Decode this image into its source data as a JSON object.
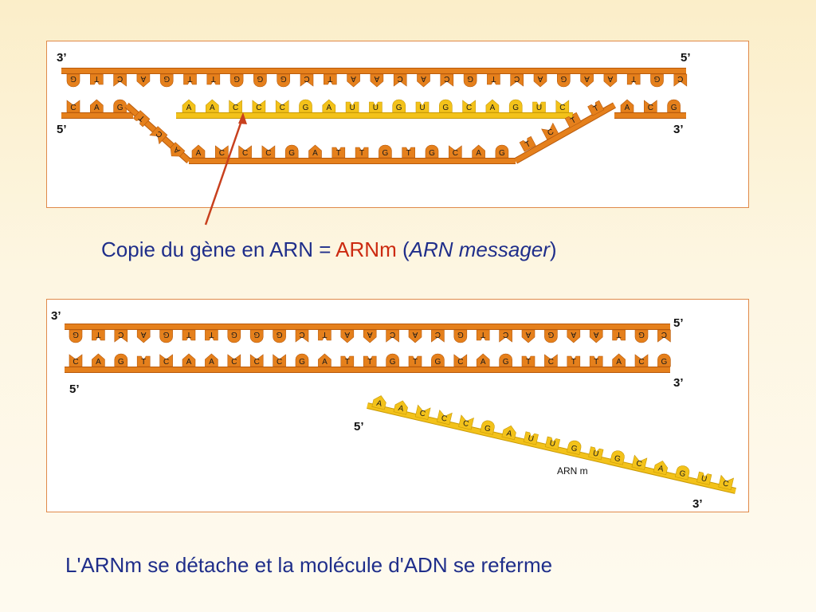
{
  "top_panel": {
    "labels": {
      "left_top": "3’",
      "right_top": "5’",
      "left_bottom": "5’",
      "right_bottom": "3’"
    },
    "template_strand": [
      "G",
      "T",
      "C",
      "A",
      "G",
      "T",
      "T",
      "G",
      "G",
      "G",
      "C",
      "T",
      "A",
      "A",
      "C",
      "A",
      "C",
      "G",
      "T",
      "C",
      "A",
      "G",
      "A",
      "A",
      "T",
      "G",
      "C"
    ],
    "rna_start_left": [
      "C",
      "A",
      "G"
    ],
    "rna_transcript": [
      "A",
      "A",
      "C",
      "C",
      "C",
      "G",
      "A",
      "U",
      "U",
      "G",
      "U",
      "G",
      "C",
      "A",
      "G",
      "U",
      "C"
    ],
    "rna_end_right": [
      "A",
      "C",
      "G"
    ],
    "coding_strand_left_diag": [
      "T",
      "C",
      "A"
    ],
    "coding_strand_bottom": [
      "A",
      "C",
      "C",
      "C",
      "G",
      "A",
      "T",
      "T",
      "G",
      "T",
      "G",
      "C",
      "A",
      "G"
    ],
    "coding_strand_right_diag": [
      "T",
      "C",
      "T",
      "T"
    ]
  },
  "caption_top": {
    "part1": "Copie du gène en ARN = ",
    "part2": "ARNm",
    "part3": " (",
    "part4": "ARN messager",
    "part5": ")"
  },
  "bottom_panel": {
    "labels": {
      "left_top": "3’",
      "right_top": "5’",
      "left_bottom": "5’",
      "right_bottom": "3’",
      "rna_start": "5’",
      "rna_end": "3’"
    },
    "top_strand": [
      "G",
      "T",
      "C",
      "A",
      "G",
      "T",
      "T",
      "G",
      "G",
      "G",
      "C",
      "T",
      "A",
      "A",
      "C",
      "A",
      "C",
      "G",
      "T",
      "C",
      "A",
      "G",
      "A",
      "A",
      "T",
      "G",
      "C"
    ],
    "bottom_strand": [
      "C",
      "A",
      "G",
      "T",
      "C",
      "A",
      "A",
      "C",
      "C",
      "C",
      "G",
      "A",
      "T",
      "T",
      "G",
      "T",
      "G",
      "C",
      "A",
      "G",
      "T",
      "C",
      "T",
      "T",
      "A",
      "C",
      "G"
    ],
    "rna_strand": [
      "A",
      "A",
      "C",
      "C",
      "C",
      "G",
      "A",
      "U",
      "U",
      "G",
      "U",
      "G",
      "C",
      "A",
      "G",
      "U",
      "C"
    ],
    "rna_label": "ARN m"
  },
  "caption_bottom": "L'ARNm se détache et la molécule d'ADN se referme",
  "colors": {
    "dna": "#e5801c",
    "dna_dark": "#b85a0c",
    "rna": "#f3c21a",
    "rna_dark": "#c99a06",
    "caption": "#1f2e8a",
    "accent": "#cc2a10",
    "arrow": "#c8401e"
  }
}
